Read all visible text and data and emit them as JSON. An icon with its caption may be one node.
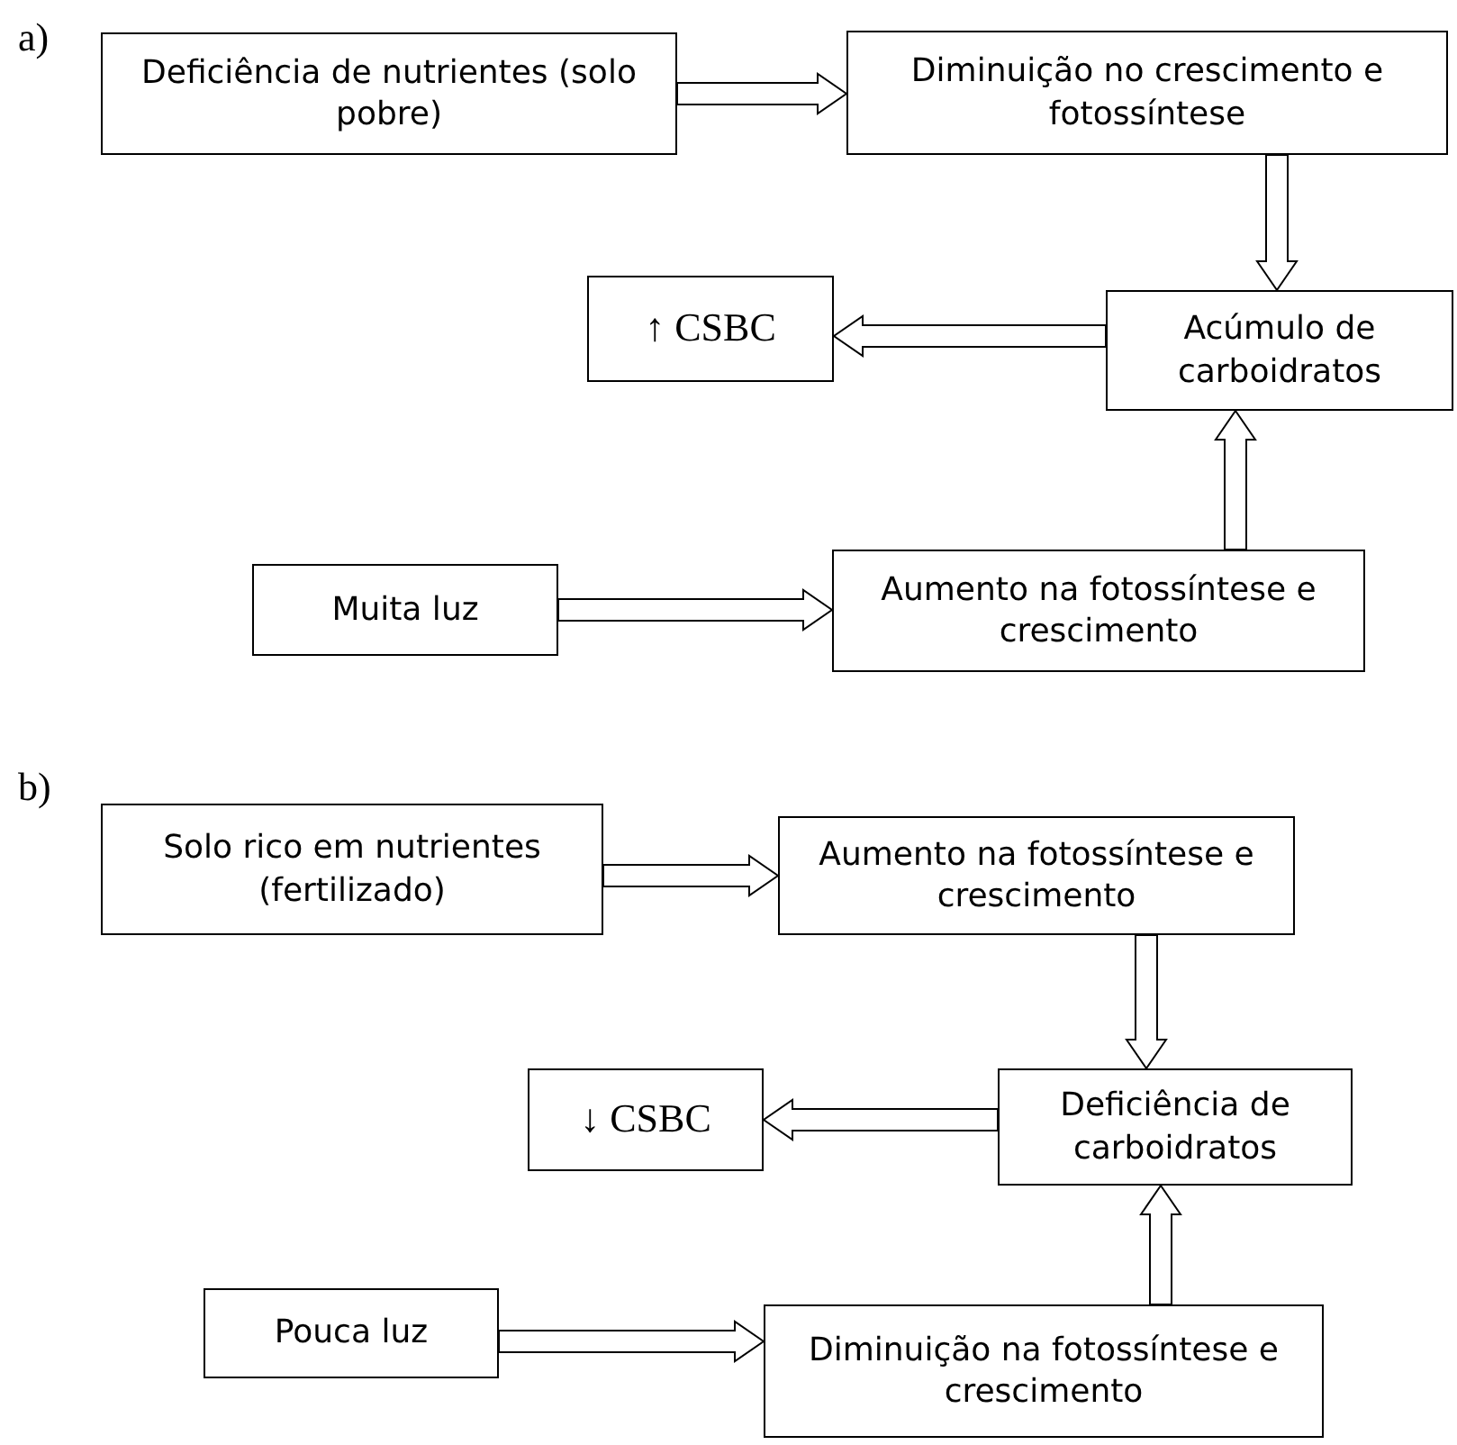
{
  "diagram": {
    "nodes": [
      {
        "text": [
          "Deficiência de nutrientes (solo pobre)"
        ]
      },
      {
        "text": [
          "Diminuição no crescimento e fotossíntese"
        ]
      },
      {
        "text": [
          "↑ CSBC"
        ]
      },
      {
        "text": [
          "Acúmulo de carboidratos"
        ]
      },
      {
        "text": [
          "Muita luz"
        ]
      },
      {
        "text": [
          "Aumento na fotossíntese e crescimento"
        ]
      },
      {
        "text": [
          "Solo rico em nutrientes (fertilizado)"
        ]
      },
      {
        "text": [
          "Aumento na fotossíntese e crescimento"
        ]
      },
      {
        "text": [
          "↓ CSBC"
        ]
      },
      {
        "text": [
          "Deficiência de carboidratos"
        ]
      },
      {
        "text": [
          "Pouca luz"
        ]
      },
      {
        "text": [
          "Diminuição na fotossíntese e crescimento"
        ]
      }
    ],
    "edges": [
      {
        "from": 0,
        "to": 1,
        "arrow": "to"
      },
      {
        "from": 1,
        "to": 3,
        "arrow": "to"
      },
      {
        "from": 3,
        "to": 2,
        "arrow": "to"
      },
      {
        "from": 5,
        "to": 3,
        "arrow": "to"
      },
      {
        "from": 4,
        "to": 5,
        "arrow": "to"
      },
      {
        "from": 6,
        "to": 7,
        "arrow": "to"
      },
      {
        "from": 7,
        "to": 9,
        "arrow": "to"
      },
      {
        "from": 9,
        "to": 8,
        "arrow": "to"
      },
      {
        "from": 11,
        "to": 9,
        "arrow": "to"
      },
      {
        "from": 10,
        "to": 11,
        "arrow": "to"
      }
    ],
    "labels": [
      "a)",
      "b)"
    ]
  }
}
